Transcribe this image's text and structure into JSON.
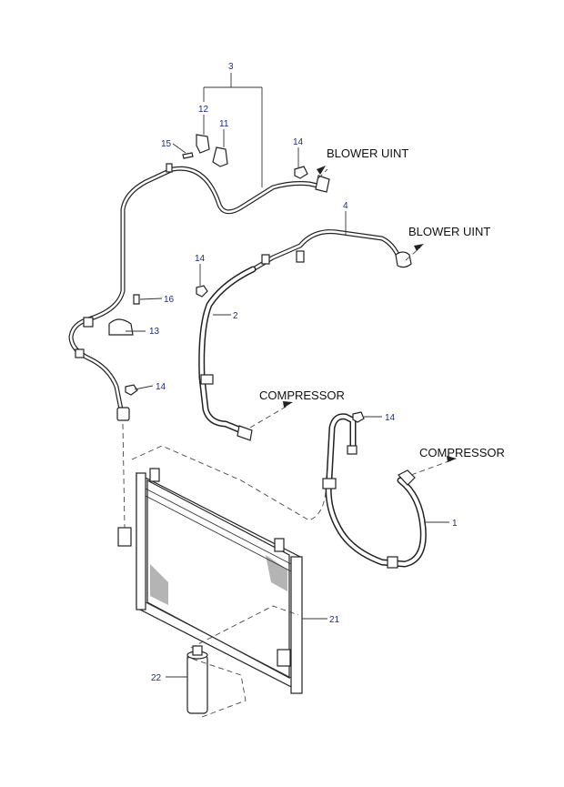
{
  "destinations": {
    "blower_unit_upper": "BLOWER UINT",
    "blower_unit_lower": "BLOWER UINT",
    "compressor_center": "COMPRESSOR",
    "compressor_right": "COMPRESSOR"
  },
  "callouts": {
    "p1": "1",
    "p2": "2",
    "p3": "3",
    "p4": "4",
    "p11": "11",
    "p12": "12",
    "p13": "13",
    "p14_a": "14",
    "p14_b": "14",
    "p14_c": "14",
    "p14_d": "14",
    "p15": "15",
    "p16": "16",
    "p21": "21",
    "p22": "22"
  },
  "colors": {
    "callout_text": "#1a2b8c",
    "line_art": "#222222",
    "background": "#ffffff"
  }
}
